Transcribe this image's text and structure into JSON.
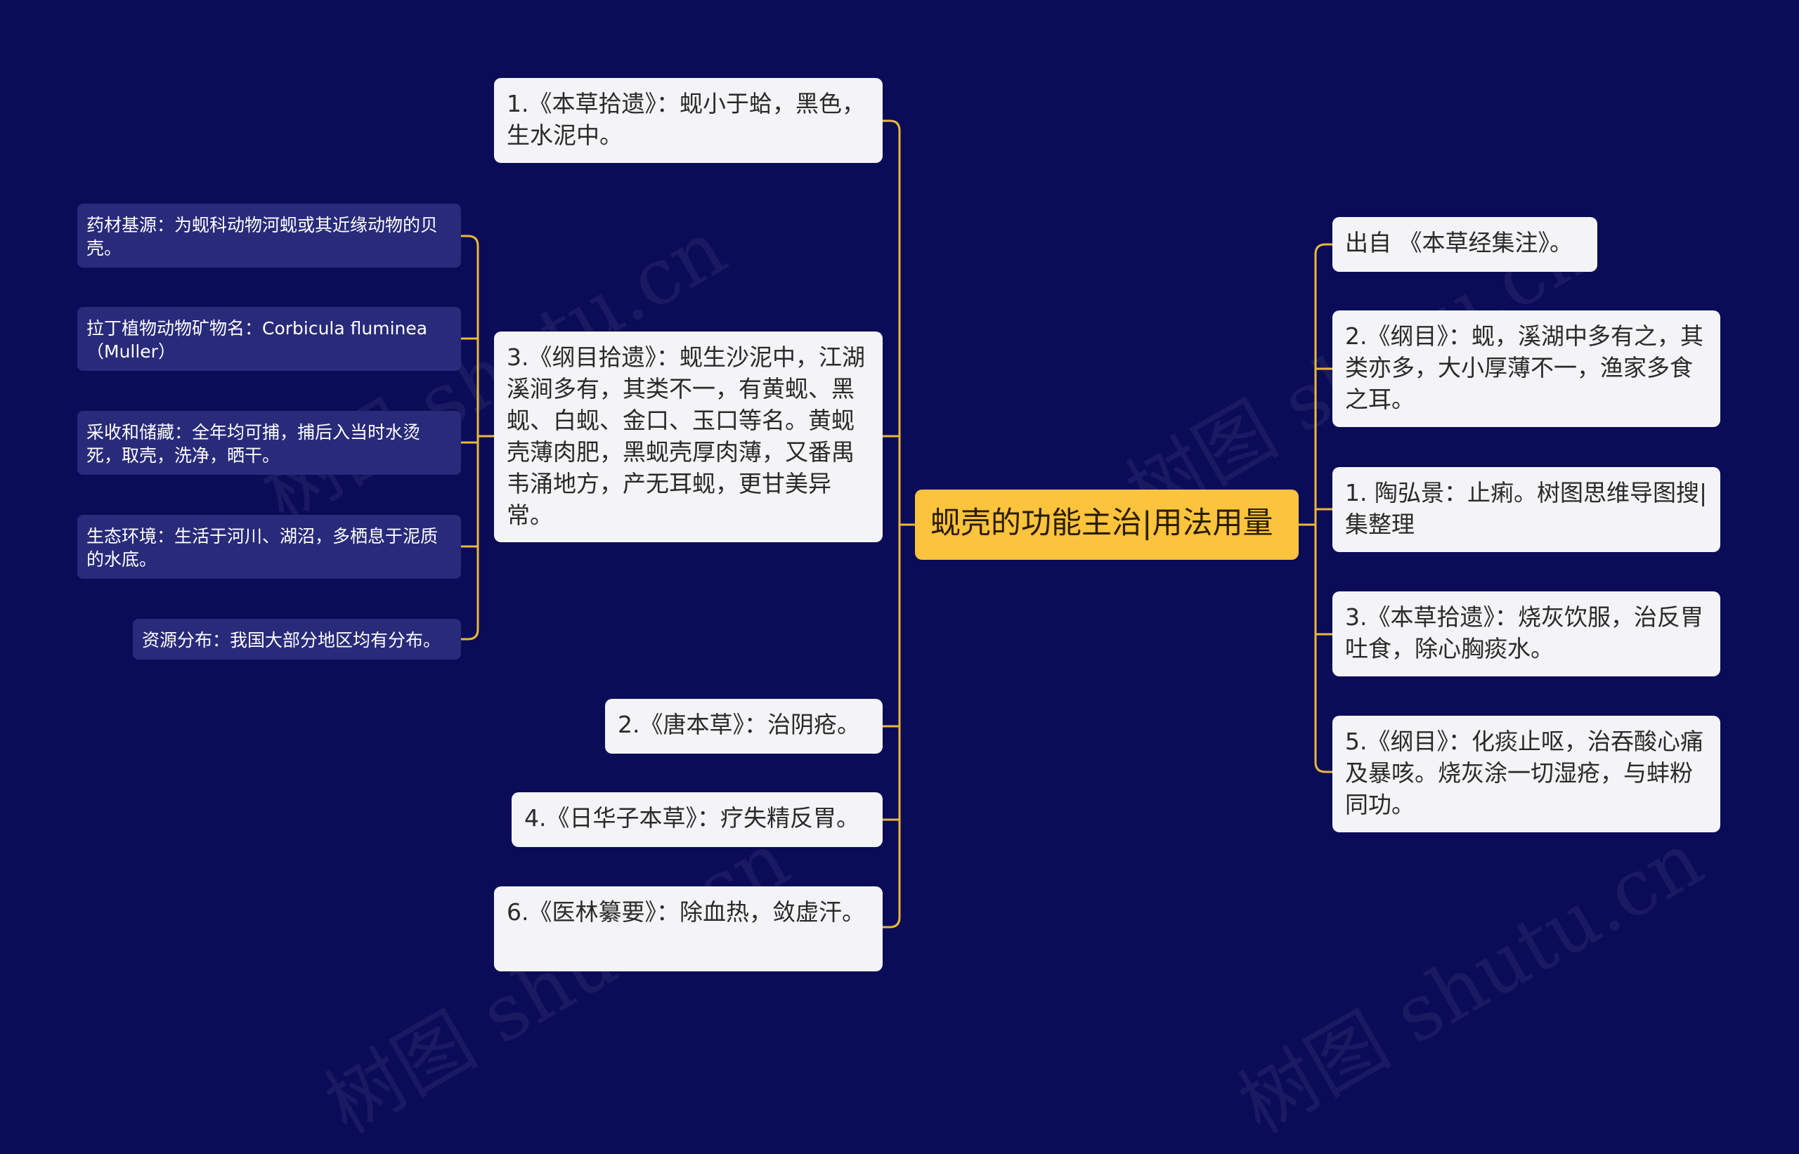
{
  "center": {
    "label": "蚬壳的功能主治|用法用量"
  },
  "left_nodes": [
    {
      "id": "l1",
      "text": "1.《本草拾遗》：蚬小于蛤，黑色，生水泥中。"
    },
    {
      "id": "l2",
      "text": "3.《纲目拾遗》：蚬生沙泥中，江湖溪涧多有，其类不一，有黄蚬、黑蚬、白蚬、金口、玉口等名。黄蚬壳薄肉肥，黑蚬壳厚肉薄，又番禺韦涌地方，产无耳蚬，更甘美异常。"
    },
    {
      "id": "l3",
      "text": "2.《唐本草》：治阴疮。"
    },
    {
      "id": "l4",
      "text": "4.《日华子本草》：疗失精反胃。"
    },
    {
      "id": "l5",
      "text": "6.《医林纂要》：除血热，敛虚汗。"
    }
  ],
  "leaf_nodes": [
    {
      "id": "f1",
      "text": "药材基源：为蚬科动物河蚬或其近缘动物的贝壳。"
    },
    {
      "id": "f2",
      "text": "拉丁植物动物矿物名：Corbicula fluminea（Muller）"
    },
    {
      "id": "f3",
      "text": "采收和储藏：全年均可捕，捕后入当时水烫死，取壳，洗净，晒干。"
    },
    {
      "id": "f4",
      "text": "生态环境：生活于河川、湖沼，多栖息于泥质的水底。"
    },
    {
      "id": "f5",
      "text": "资源分布：我国大部分地区均有分布。"
    }
  ],
  "right_nodes": [
    {
      "id": "r1",
      "text": "出自 《本草经集注》。"
    },
    {
      "id": "r2",
      "text": "2.《纲目》：蚬，溪湖中多有之，其类亦多，大小厚薄不一，渔家多食之耳。"
    },
    {
      "id": "r3",
      "text": "1. 陶弘景：止痢。树图思维导图搜|集整理"
    },
    {
      "id": "r4",
      "text": "3.《本草拾遗》：烧灰饮服，治反胃吐食，除心胸痰水。"
    },
    {
      "id": "r5",
      "text": "5.《纲目》：化痰止呕，治吞酸心痛及暴咳。烧灰涂一切湿疮，与蚌粉同功。"
    }
  ],
  "watermark": "树图 shutu.cn",
  "colors": {
    "background": "#0b0c58",
    "connector": "#e8b93a",
    "center": "#fcc33c",
    "node": "#f4f4f6",
    "leaf": "#282a7a"
  }
}
